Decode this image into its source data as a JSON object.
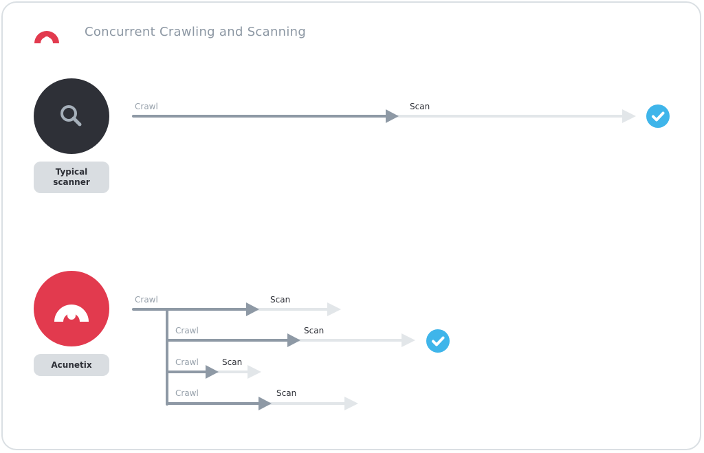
{
  "header": {
    "title": "Concurrent Crawling and Scanning",
    "logo_icon": "acunetix-logo-icon"
  },
  "colors": {
    "crawl_line": "#8e99a5",
    "scan_line": "#e2e6e9",
    "check": "#3fb5ea",
    "brand_red": "#e23a4e",
    "dark": "#2e3037"
  },
  "typical": {
    "label": "Typical scanner",
    "icon": "search-icon",
    "crawl_label": "Crawl",
    "scan_label": "Scan",
    "status_icon": "check-icon"
  },
  "acunetix": {
    "label": "Acunetix",
    "icon": "acunetix-logo-icon",
    "status_icon": "check-icon",
    "branches": [
      {
        "crawl_label": "Crawl",
        "scan_label": "Scan"
      },
      {
        "crawl_label": "Crawl",
        "scan_label": "Scan"
      },
      {
        "crawl_label": "Crawl",
        "scan_label": "Scan"
      },
      {
        "crawl_label": "Crawl",
        "scan_label": "Scan"
      }
    ]
  }
}
